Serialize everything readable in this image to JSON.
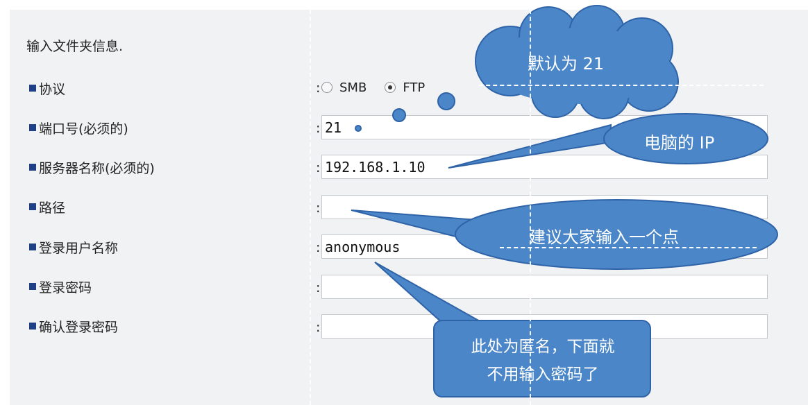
{
  "form": {
    "heading": "输入文件夹信息.",
    "protocol": {
      "label": "协议",
      "options": [
        "SMB",
        "FTP"
      ],
      "selected": "FTP"
    },
    "port": {
      "label": "端口号(必须的)",
      "value": "21"
    },
    "server": {
      "label": "服务器名称(必须的)",
      "value": "192.168.1.10"
    },
    "path": {
      "label": "路径",
      "value": ""
    },
    "username": {
      "label": "登录用户名称",
      "value": "anonymous"
    },
    "password": {
      "label": "登录密码",
      "value": ""
    },
    "confirm_password": {
      "label": "确认登录密码",
      "value": ""
    },
    "colon": ":"
  },
  "callouts": {
    "default_port": "默认为 21",
    "computer_ip": "电脑的 IP",
    "path_tip": "建议大家输入一个点",
    "anonymous_note_line1": "此处为匿名，下面就",
    "anonymous_note_line2": "不用输入密码了"
  },
  "colors": {
    "callout_fill": "#4a86c8",
    "callout_stroke": "#2f63a8",
    "bullet": "#1f3f86"
  }
}
